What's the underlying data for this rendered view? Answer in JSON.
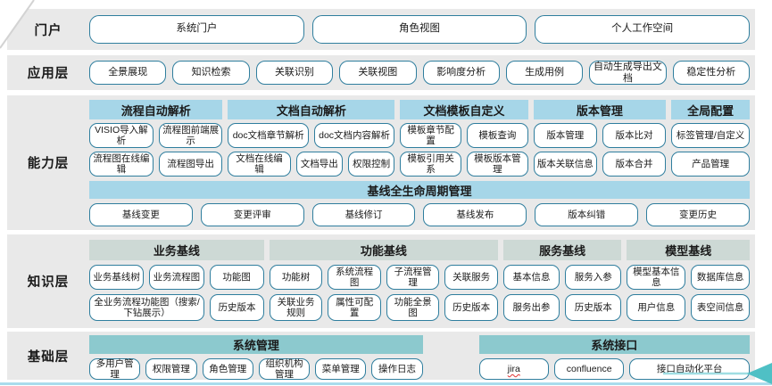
{
  "palette": {
    "band_bg": "#e9e9e9",
    "header_blue": "#a6d6e8",
    "header_sage": "#cdd9d5",
    "header_teal": "#8cc9ce",
    "button_border": "#2f7e9e",
    "bottom_line": "#a9dcec",
    "arrow": "#4fc0c5"
  },
  "layers": {
    "portal": {
      "label": "门户",
      "buttons": [
        "系统门户",
        "角色视图",
        "个人工作空间"
      ]
    },
    "application": {
      "label": "应用层",
      "buttons": [
        "全景展现",
        "知识检索",
        "关联识别",
        "关联视图",
        "影响度分析",
        "生成用例",
        "自动生成导出文档",
        "稳定性分析"
      ]
    },
    "capability": {
      "label": "能力层",
      "groups": [
        {
          "title": "流程自动解析",
          "rows": [
            [
              "VISIO导入解析",
              "流程图前端展示"
            ],
            [
              "流程图在线编辑",
              "流程图导出"
            ]
          ]
        },
        {
          "title": "文档自动解析",
          "rows": [
            [
              "doc文档章节解析",
              "doc文档内容解析"
            ],
            [
              "文档在线编辑",
              "文档导出",
              "权限控制"
            ]
          ]
        },
        {
          "title": "文档模板自定义",
          "rows": [
            [
              "模板章节配置",
              "模板查询"
            ],
            [
              "模板引用关系",
              "模板版本管理"
            ]
          ]
        },
        {
          "title": "版本管理",
          "rows": [
            [
              "版本管理",
              "版本比对"
            ],
            [
              "版本关联信息",
              "版本合并"
            ]
          ]
        },
        {
          "title": "全局配置",
          "rows": [
            [
              "标签管理/自定义"
            ],
            [
              "产品管理"
            ]
          ]
        }
      ],
      "baseline": {
        "title": "基线全生命周期管理",
        "buttons": [
          "基线变更",
          "变更评审",
          "基线修订",
          "基线发布",
          "版本纠错",
          "变更历史"
        ]
      }
    },
    "knowledge": {
      "label": "知识层",
      "groups": [
        {
          "title": "业务基线",
          "rows": [
            [
              "业务基线树",
              "业务流程图",
              "功能图"
            ],
            [
              "全业务流程功能图（搜索/下钻展示）",
              "历史版本"
            ]
          ]
        },
        {
          "title": "功能基线",
          "rows": [
            [
              "功能树",
              "系统流程图",
              "子流程管理",
              "关联服务"
            ],
            [
              "关联业务规则",
              "属性可配置",
              "功能全景图",
              "历史版本"
            ]
          ]
        },
        {
          "title": "服务基线",
          "rows": [
            [
              "基本信息",
              "服务入参"
            ],
            [
              "服务出参",
              "历史版本"
            ]
          ]
        },
        {
          "title": "模型基线",
          "rows": [
            [
              "模型基本信息",
              "数据库信息"
            ],
            [
              "用户信息",
              "表空间信息"
            ]
          ]
        }
      ]
    },
    "foundation": {
      "label": "基础层",
      "groups": [
        {
          "title": "系统管理",
          "rows": [
            [
              "多用户管理",
              "权限管理",
              "角色管理",
              "组织机构管理",
              "菜单管理",
              "操作日志"
            ]
          ]
        },
        {
          "title": "系统接口",
          "rows": [
            [
              {
                "label": "jira",
                "cls": "squiggle"
              },
              "confluence",
              "接口自动化平台"
            ]
          ]
        }
      ]
    }
  }
}
